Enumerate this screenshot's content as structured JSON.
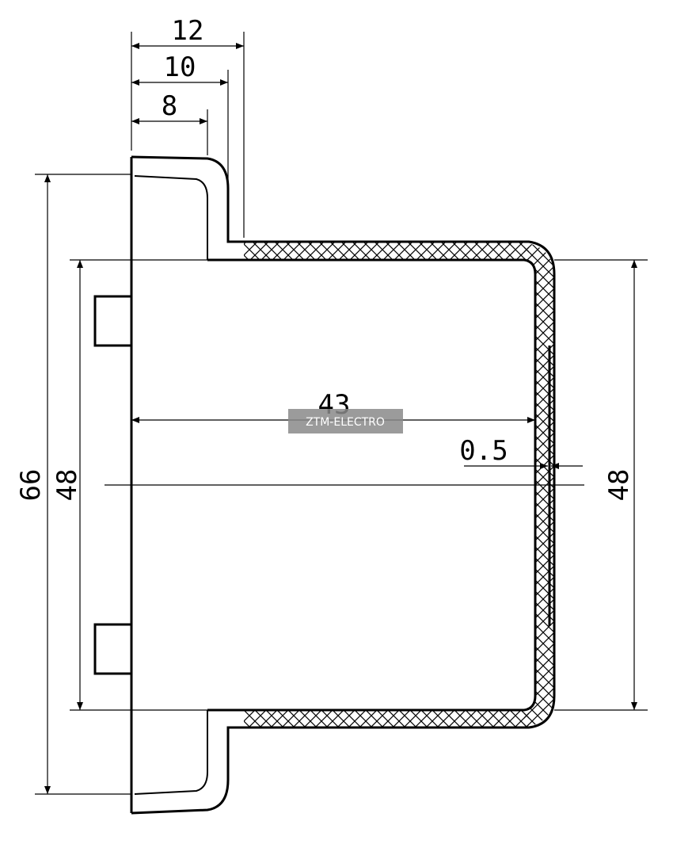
{
  "dimensions": {
    "top_12": "12",
    "top_10": "10",
    "top_8": "8",
    "overall_height": "66",
    "inner_height_left": "48",
    "depth": "43",
    "thickness": "0.5",
    "inner_height_right": "48"
  },
  "watermark": {
    "text": "ZTM-ELECTRO"
  }
}
